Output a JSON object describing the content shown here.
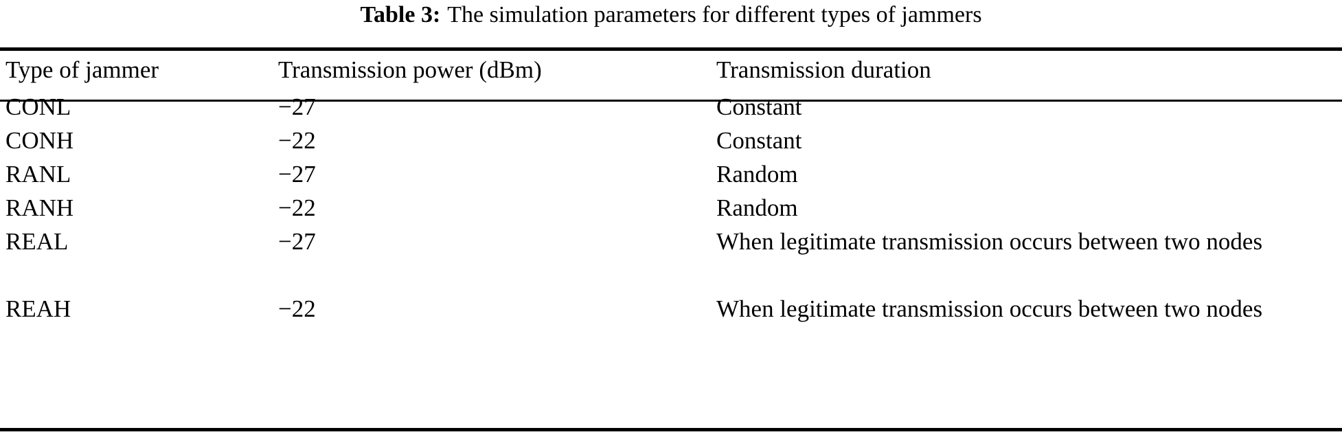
{
  "caption": {
    "label": "Table 3:",
    "text": "The simulation parameters for different types of jammers"
  },
  "table": {
    "columns": [
      "Type of jammer",
      "Transmission power (dBm)",
      "Transmission duration"
    ],
    "rows": [
      {
        "jammer": "CONL",
        "power": "−27",
        "duration": "Constant"
      },
      {
        "jammer": "CONH",
        "power": "−22",
        "duration": "Constant"
      },
      {
        "jammer": "RANL",
        "power": "−27",
        "duration": "Random"
      },
      {
        "jammer": "RANH",
        "power": "−22",
        "duration": "Random"
      },
      {
        "jammer": "REAL",
        "power": "−27",
        "duration": "When legitimate transmission occurs between two nodes"
      },
      {
        "jammer": "REAH",
        "power": "−22",
        "duration": "When legitimate transmission occurs between two nodes"
      }
    ]
  },
  "colors": {
    "text": "#000000",
    "background": "#ffffff",
    "rule": "#000000"
  }
}
